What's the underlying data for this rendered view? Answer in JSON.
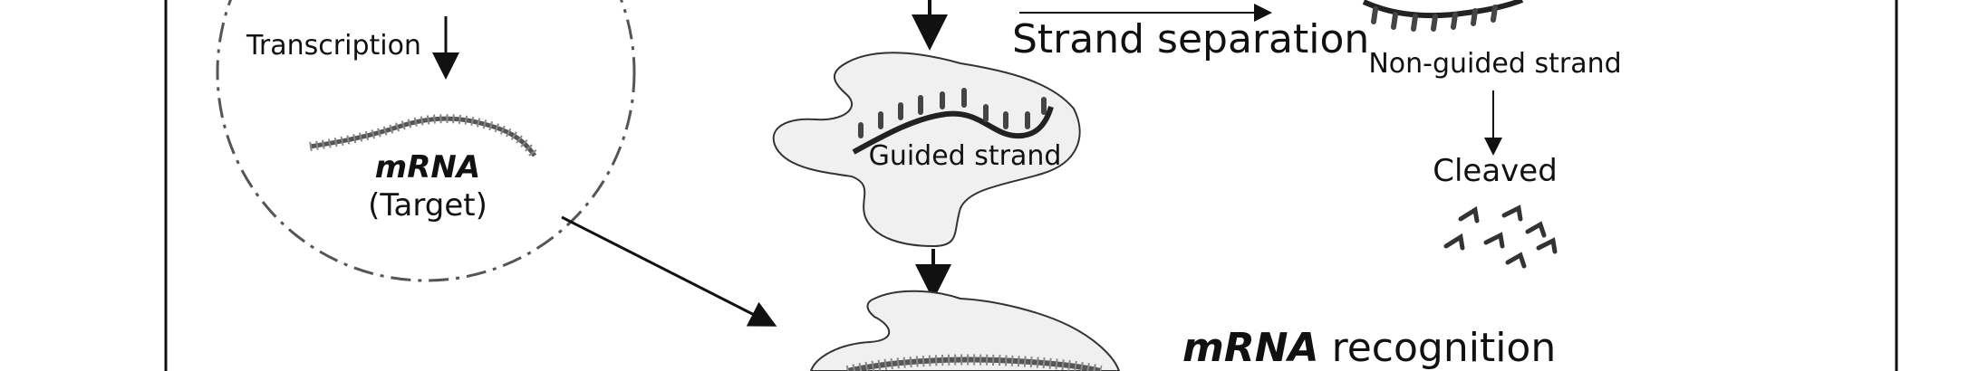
{
  "labels": {
    "transcription": "Transcription",
    "mrna": "mRNA",
    "target": "(Target)",
    "strand_separation": "Strand separation",
    "non_guided_strand": "Non-guided strand",
    "guided_strand": "Guided strand",
    "cleaved": "Cleaved",
    "recognition_prefix": "mRNA",
    "recognition_suffix": " recognition"
  },
  "colors": {
    "line": "#111111",
    "protein_fill": "#f0f0f0",
    "protein_stroke": "#333333",
    "circle_stroke": "#555555"
  }
}
